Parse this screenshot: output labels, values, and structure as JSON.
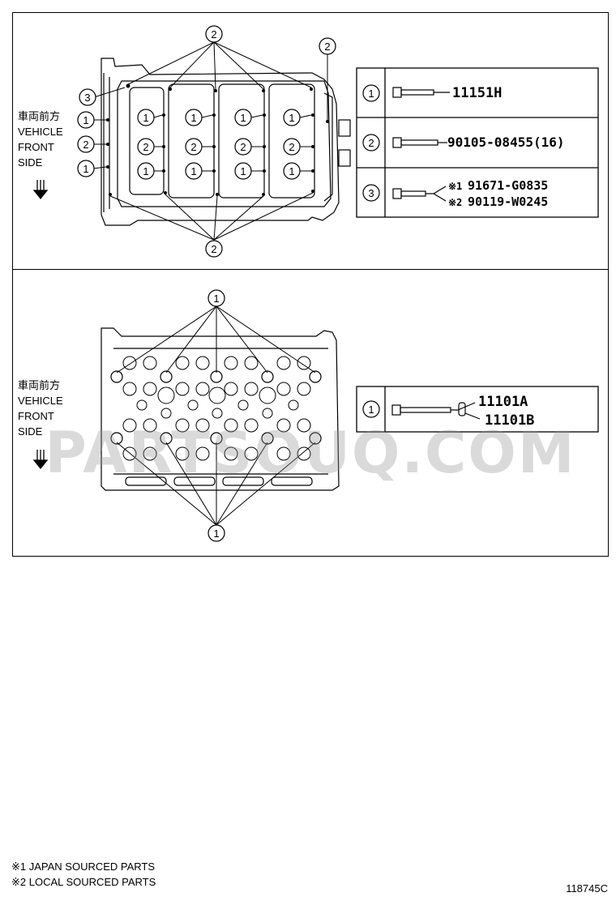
{
  "top_panel": {
    "direction_label_jp": "車両前方",
    "direction_label": [
      "VEHICLE",
      "FRONT",
      "SIDE"
    ],
    "callouts": {
      "one": "1",
      "two": "2",
      "three": "3"
    },
    "parts": [
      {
        "index": "1",
        "number": "11151H"
      },
      {
        "index": "2",
        "number": "90105-08455(16)"
      },
      {
        "index": "3",
        "number_japan": "91671-G0835",
        "number_local": "90119-W0245",
        "mark_japan": "※1",
        "mark_local": "※2"
      }
    ]
  },
  "bottom_panel": {
    "direction_label_jp": "車両前方",
    "direction_label": [
      "VEHICLE",
      "FRONT",
      "SIDE"
    ],
    "callouts": {
      "one": "1"
    },
    "parts": [
      {
        "index": "1",
        "number_a": "11101A",
        "number_b": "11101B"
      }
    ]
  },
  "footnotes": [
    "※1 JAPAN SOURCED PARTS",
    "※2 LOCAL SOURCED PARTS"
  ],
  "diagram_code": "118745C",
  "watermark": "PARTSOUQ.COM"
}
